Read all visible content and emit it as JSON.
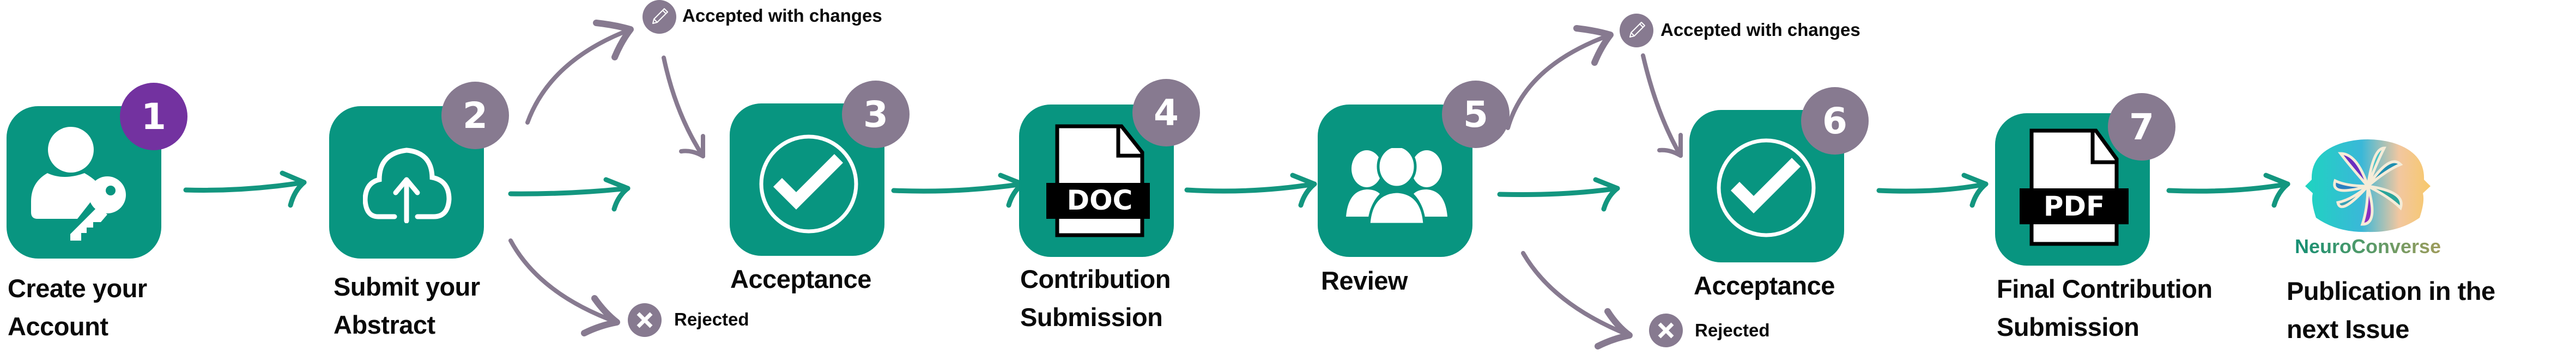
{
  "diagram": {
    "title": "Publication workflow",
    "colors": {
      "step_box": "#089580",
      "badge_default": "#877a90",
      "badge_current": "#7332a0",
      "main_arrow": "#13967f",
      "branch_arrow": "#877a90",
      "text": "#0a0a0a"
    },
    "steps": [
      {
        "number": "1",
        "icon": "user-key-icon",
        "label_lines": [
          "Create your",
          "Account"
        ],
        "current": true
      },
      {
        "number": "2",
        "icon": "cloud-upload-icon",
        "label_lines": [
          "Submit your",
          "Abstract"
        ],
        "current": false
      },
      {
        "number": "3",
        "icon": "check-circle-icon",
        "label_lines": [
          "Acceptance"
        ],
        "current": false
      },
      {
        "number": "4",
        "icon": "doc-file-icon",
        "file_tag": "DOC",
        "label_lines": [
          "Contribution",
          "Submission"
        ],
        "current": false
      },
      {
        "number": "5",
        "icon": "users-group-icon",
        "label_lines": [
          "Review"
        ],
        "current": false
      },
      {
        "number": "6",
        "icon": "check-circle-icon",
        "label_lines": [
          "Acceptance"
        ],
        "current": false
      },
      {
        "number": "7",
        "icon": "pdf-file-icon",
        "file_tag": "PDF",
        "label_lines": [
          "Final Contribution",
          "Submission"
        ],
        "current": false
      }
    ],
    "final": {
      "logo_icon": "neuroconverse-logo",
      "logo_text": "NeuroConverse",
      "label_lines": [
        "Publication in the",
        "next Issue"
      ]
    },
    "branches": [
      {
        "after_step": "2",
        "accepted_with_changes": {
          "icon": "pencil-icon",
          "label": "Accepted with changes"
        },
        "rejected": {
          "icon": "x-icon",
          "label": "Rejected"
        }
      },
      {
        "after_step": "5",
        "accepted_with_changes": {
          "icon": "pencil-icon",
          "label": "Accepted with changes"
        },
        "rejected": {
          "icon": "x-icon",
          "label": "Rejected"
        }
      }
    ]
  }
}
